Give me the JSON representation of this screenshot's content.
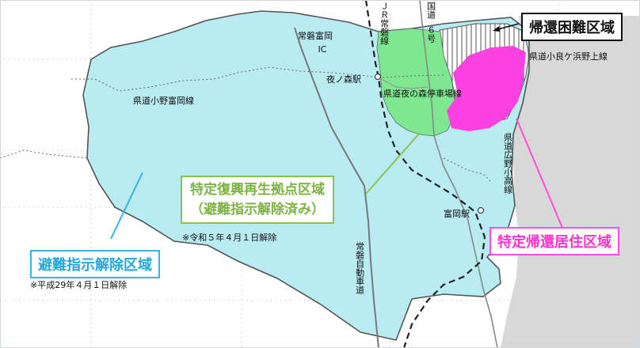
{
  "zones": {
    "difficult_return": "帰還困難区域",
    "reconstruction_base_line1": "特定復興再生拠点区域",
    "reconstruction_base_line2": "（避難指示解除済み）",
    "specific_return": "特定帰還居住区域",
    "evacuation_lifted": "避難指示解除区域"
  },
  "notes": {
    "reiwa": "※令和５年４月１日解除",
    "heisei": "※平成29年４月１日解除"
  },
  "labels": {
    "jr_joban": "ＪＲ常磐線",
    "route6_a": "国道",
    "route6_b": "６号",
    "joban_tomioka_a": "常磐富岡",
    "joban_tomioka_b": "IC",
    "yonomori_station": "夜ノ森駅",
    "pref_yonomori_parking": "県道夜の森停車場線",
    "pref_obama": "県道小良ケ浜野上線",
    "pref_ono_tomioka": "県道小野富岡線",
    "pref_hirono_odaka": "県道広野小高線",
    "tomioka_station": "富岡駅",
    "joban_expressway": "常磐自動車道"
  },
  "colors": {
    "evacuation_lifted": "#b9ebf3",
    "reconstruction_base": "#7ee891",
    "specific_return": "#ff40e0",
    "difficult_return_hatch": "#555555",
    "sea": "#d8d8d8"
  }
}
